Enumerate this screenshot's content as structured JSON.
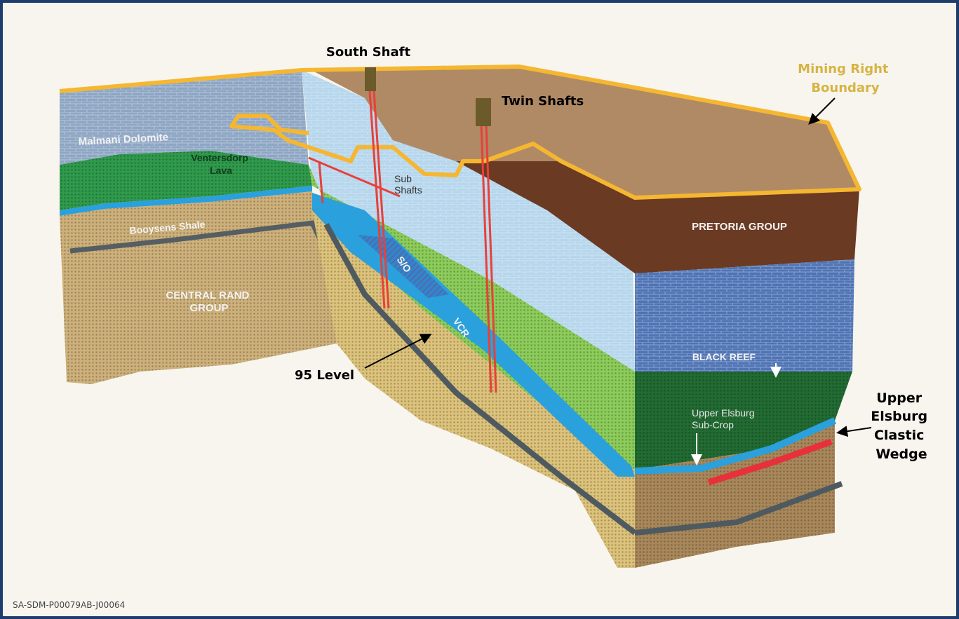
{
  "labels": {
    "south_shaft": "South Shaft",
    "twin_shafts": "Twin Shafts",
    "mining_right_boundary": [
      "Mining Right",
      "Boundary"
    ],
    "malmani_dolomite": "Malmani Dolomite",
    "ventersdorp_lava": [
      "Ventersdorp",
      "Lava"
    ],
    "sub_shafts": [
      "Sub",
      "Shafts"
    ],
    "booysens_shale": "Booysens Shale",
    "central_rand_group": [
      "CENTRAL RAND",
      "GROUP"
    ],
    "so": "S/O",
    "vcr": "VCR",
    "level_95": "95 Level",
    "pretoria_group": "PRETORIA GROUP",
    "black_reef": "BLACK REEF",
    "upper_elsburg_subcrop": [
      "Upper Elsburg",
      "Sub-Crop"
    ],
    "upper_elsburg_clastic_wedge": [
      "Upper",
      "Elsburg",
      "Clastic",
      "Wedge"
    ]
  },
  "document_code": "SA-SDM-P00079AB-J00064",
  "colors": {
    "frame": "#1f3d6b",
    "background": "#f8f5ef",
    "boundary_label": "#d6b443",
    "boundary_line": "#f5b731",
    "shaft": "#e8403a",
    "reef": "#2aa0dc"
  }
}
